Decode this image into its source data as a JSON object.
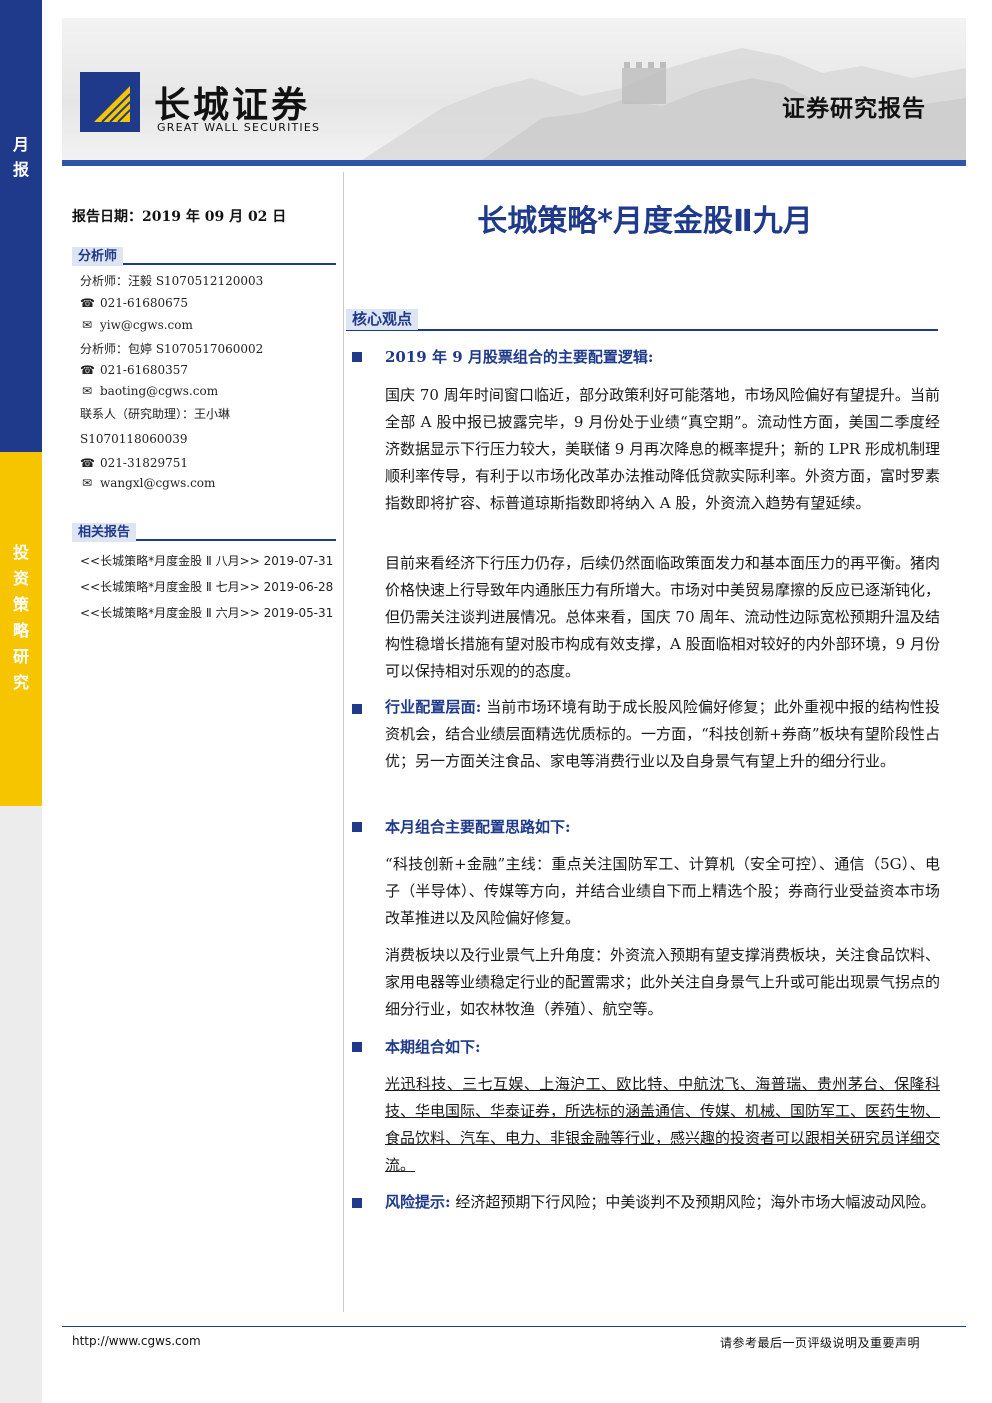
{
  "side": {
    "top_label": "月\n报",
    "mid_label": "投\n资\n策\n略\n研\n究"
  },
  "header": {
    "logo_cn": "长城证券",
    "logo_en": "GREAT WALL SECURITIES",
    "report_type": "证券研究报告"
  },
  "report_date": "报告日期：2019 年 09 月 02 日",
  "title": "长城策略*月度金股Ⅱ九月",
  "analyst_section": {
    "label": "分析师",
    "lines": [
      {
        "icon": "",
        "text": "分析师：汪毅  S1070512120003"
      },
      {
        "icon": "☎",
        "text": "021-61680675"
      },
      {
        "icon": "✉",
        "text": "yiw@cgws.com"
      },
      {
        "icon": "",
        "text": "分析师：包婷  S1070517060002"
      },
      {
        "icon": "☎",
        "text": "021-61680357"
      },
      {
        "icon": "✉",
        "text": "baoting@cgws.com"
      },
      {
        "icon": "",
        "text": "联系人（研究助理）：王小琳"
      },
      {
        "icon": "",
        "text": "S1070118060039"
      },
      {
        "icon": "☎",
        "text": "021-31829751"
      },
      {
        "icon": "✉",
        "text": "wangxl@cgws.com"
      }
    ]
  },
  "related_section": {
    "label": "相关报告",
    "items": [
      "<<长城策略*月度金股 Ⅱ 八月>> 2019-07-31",
      "<<长城策略*月度金股 Ⅱ 七月>> 2019-06-28",
      "<<长城策略*月度金股 Ⅱ 六月>> 2019-05-31"
    ]
  },
  "core": {
    "label": "核心观点",
    "b1_head": "2019 年 9 月股票组合的主要配置逻辑:",
    "p1": "国庆 70 周年时间窗口临近，部分政策利好可能落地，市场风险偏好有望提升。当前全部 A 股中报已披露完毕，9 月份处于业绩“真空期”。流动性方面，美国二季度经济数据显示下行压力较大，美联储 9 月再次降息的概率提升；新的 LPR 形成机制理顺利率传导，有利于以市场化改革办法推动降低贷款实际利率。外资方面，富时罗素指数即将扩容、标普道琼斯指数即将纳入 A 股，外资流入趋势有望延续。",
    "p2": "目前来看经济下行压力仍存，后续仍然面临政策面发力和基本面压力的再平衡。猪肉价格快速上行导致年内通胀压力有所增大。市场对中美贸易摩擦的反应已逐渐钝化，但仍需关注谈判进展情况。总体来看，国庆 70 周年、流动性边际宽松预期升温及结构性稳增长措施有望对股市构成有效支撑，A 股面临相对较好的内外部环境，9 月份可以保持相对乐观的的态度。",
    "b2_lead": "行业配置层面:",
    "b2_text": " 当前市场环境有助于成长股风险偏好修复；此外重视中报的结构性投资机会，结合业绩层面精选优质标的。一方面，“科技创新+券商”板块有望阶段性占优；另一方面关注食品、家电等消费行业以及自身景气有望上升的细分行业。",
    "b3_head": "本月组合主要配置思路如下:",
    "p3": "“科技创新+金融”主线：重点关注国防军工、计算机（安全可控）、通信（5G）、电子（半导体）、传媒等方向，并结合业绩自下而上精选个股；券商行业受益资本市场改革推进以及风险偏好修复。",
    "p4": "消费板块以及行业景气上升角度：外资流入预期有望支撑消费板块，关注食品饮料、家用电器等业绩稳定行业的配置需求；此外关注自身景气上升或可能出现景气拐点的细分行业，如农林牧渔（养殖）、航空等。",
    "b4_head": "本期组合如下:",
    "p5": "光迅科技、三七互娱、上海沪工、欧比特、中航沈飞、海普瑞、贵州茅台、保隆科技、华电国际、华泰证券，所选标的涵盖通信、传媒、机械、国防军工、医药生物、食品饮料、汽车、电力、非银金融等行业，感兴趣的投资者可以跟相关研究员详细交流。",
    "b5_lead": "风险提示:",
    "b5_text": " 经济超预期下行风险；中美谈判不及预期风险；海外市场大幅波动风险。"
  },
  "footer": {
    "url": "http://www.cgws.com",
    "note": "请参考最后一页评级说明及重要声明"
  },
  "colors": {
    "navy": "#1f3a8a",
    "yellow": "#f6c500",
    "accent_blue": "#2f55a8"
  }
}
